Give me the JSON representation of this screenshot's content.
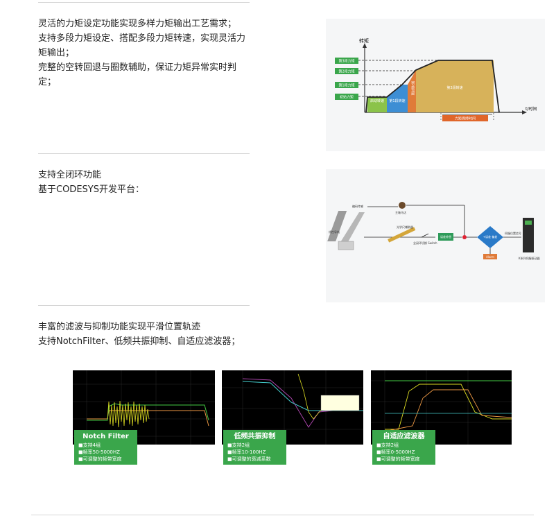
{
  "sections": [
    {
      "lines": [
        "灵活的力矩设定功能实现多样力矩输出工艺需求；",
        "支持多段力矩设定、搭配多段力矩转速，实现灵活力矩输出；",
        "完整的空转回退与圈数辅助，保证力矩异常实时判定；"
      ]
    },
    {
      "lines": [
        "支持全闭环功能",
        "基于CODESYS开发平台："
      ]
    },
    {
      "lines": [
        "丰富的滤波与抑制功能实现平滑位置轨迹",
        "支持NotchFilter、低频共振抑制、自适应滤波器；"
      ]
    }
  ],
  "torque_fig": {
    "y_label": "转矩",
    "x_label": "t/时间",
    "levels": [
      "第3段力矩",
      "第2段力矩",
      "第1段力矩",
      "初始力矩"
    ],
    "zones": [
      "启动转速",
      "第1段转速",
      "第2段转速",
      "第3段转速"
    ],
    "hold": "力矩保持时间"
  },
  "loop_fig": {
    "encoder_label": "编码传感",
    "motor_label": "主轴马达",
    "linear_label": "线性导轨",
    "scale_label": "光学尺辅助器",
    "switch_label": "全闭环切换 Switch",
    "proc_label": "误差补偿",
    "decision_label": "+误差 偏差",
    "alarm_label": "Alarm",
    "out_label": "伺服位置信号",
    "drive_label": "K系列伺服驱动器"
  },
  "filters": [
    {
      "title": "Notch Filter",
      "items": [
        "■支持4组",
        "■频率50-5000HZ",
        "■可调整的频带宽度"
      ]
    },
    {
      "title": "低频共振抑制",
      "items": [
        "■支持2组",
        "■频率10-100HZ",
        "■可调整的衰减系数"
      ]
    },
    {
      "title": "自适应滤波器",
      "items": [
        "■支持2组",
        "■频率0-5000HZ",
        "■可调整的频带宽度"
      ]
    }
  ]
}
